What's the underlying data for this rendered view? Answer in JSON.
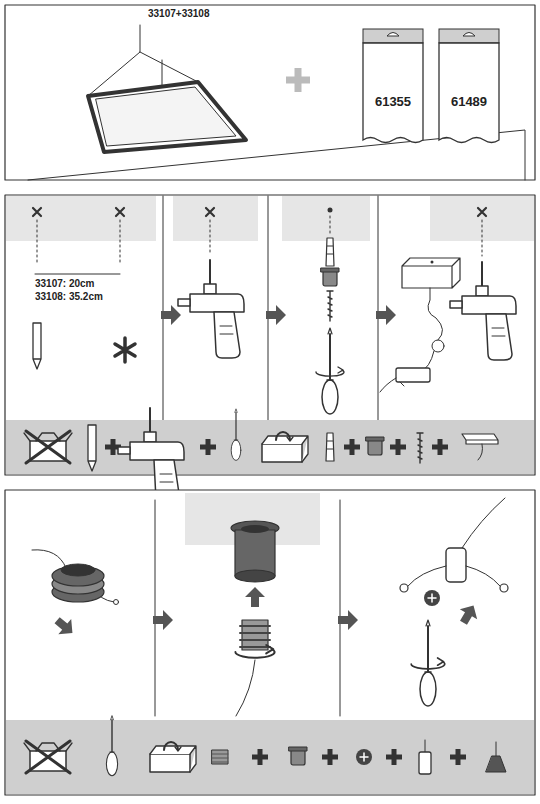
{
  "diagram": {
    "nodes": [
      {
        "text": [
          "61355"
        ]
      },
      {
        "text": [
          "61489"
        ]
      }
    ],
    "labels": [
      "33107+33108",
      "33107: 20cm",
      "33108: 35.2cm"
    ]
  }
}
